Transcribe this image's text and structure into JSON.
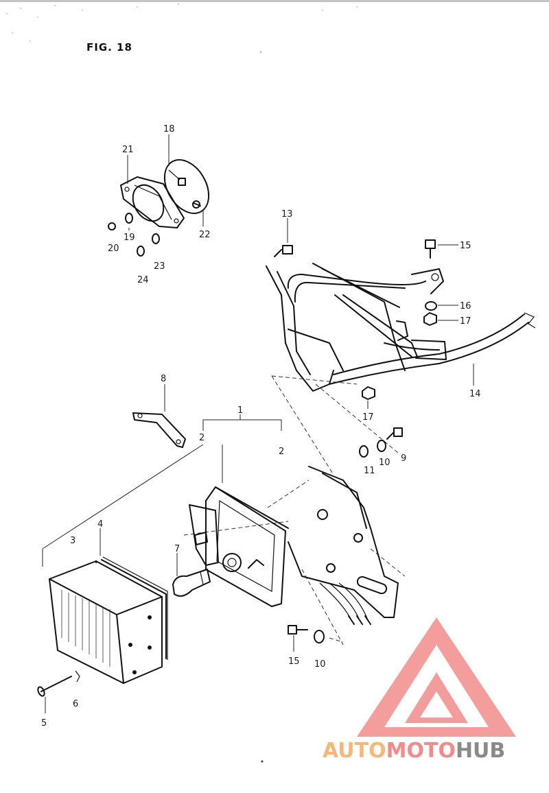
{
  "figure": {
    "title": "FIG. 18"
  },
  "callouts": [
    {
      "id": "c18",
      "text": "18"
    },
    {
      "id": "c21",
      "text": "21"
    },
    {
      "id": "c19",
      "text": "19"
    },
    {
      "id": "c20",
      "text": "20"
    },
    {
      "id": "c22",
      "text": "22"
    },
    {
      "id": "c23",
      "text": "23"
    },
    {
      "id": "c24",
      "text": "24"
    },
    {
      "id": "c13",
      "text": "13"
    },
    {
      "id": "c15a",
      "text": "15"
    },
    {
      "id": "c16a",
      "text": "16"
    },
    {
      "id": "c17a",
      "text": "17"
    },
    {
      "id": "c14",
      "text": "14"
    },
    {
      "id": "c17b",
      "text": "17"
    },
    {
      "id": "c8",
      "text": "8"
    },
    {
      "id": "c1",
      "text": "1"
    },
    {
      "id": "c2a",
      "text": "2"
    },
    {
      "id": "c2b",
      "text": "2"
    },
    {
      "id": "c9",
      "text": "9"
    },
    {
      "id": "c10a",
      "text": "10"
    },
    {
      "id": "c11",
      "text": "11"
    },
    {
      "id": "c3",
      "text": "3"
    },
    {
      "id": "c4",
      "text": "4"
    },
    {
      "id": "c7",
      "text": "7"
    },
    {
      "id": "c15b",
      "text": "15"
    },
    {
      "id": "c10b",
      "text": "10"
    },
    {
      "id": "c5",
      "text": "5"
    },
    {
      "id": "c6",
      "text": "6"
    }
  ],
  "watermark": {
    "part1": "AUTO",
    "part2": "MOTO",
    "part3": "HUB",
    "colors": {
      "auto": "#f5b87a",
      "moto": "#f28b8b",
      "hub": "#8a8a8a",
      "logo": "#f07f7f"
    }
  }
}
